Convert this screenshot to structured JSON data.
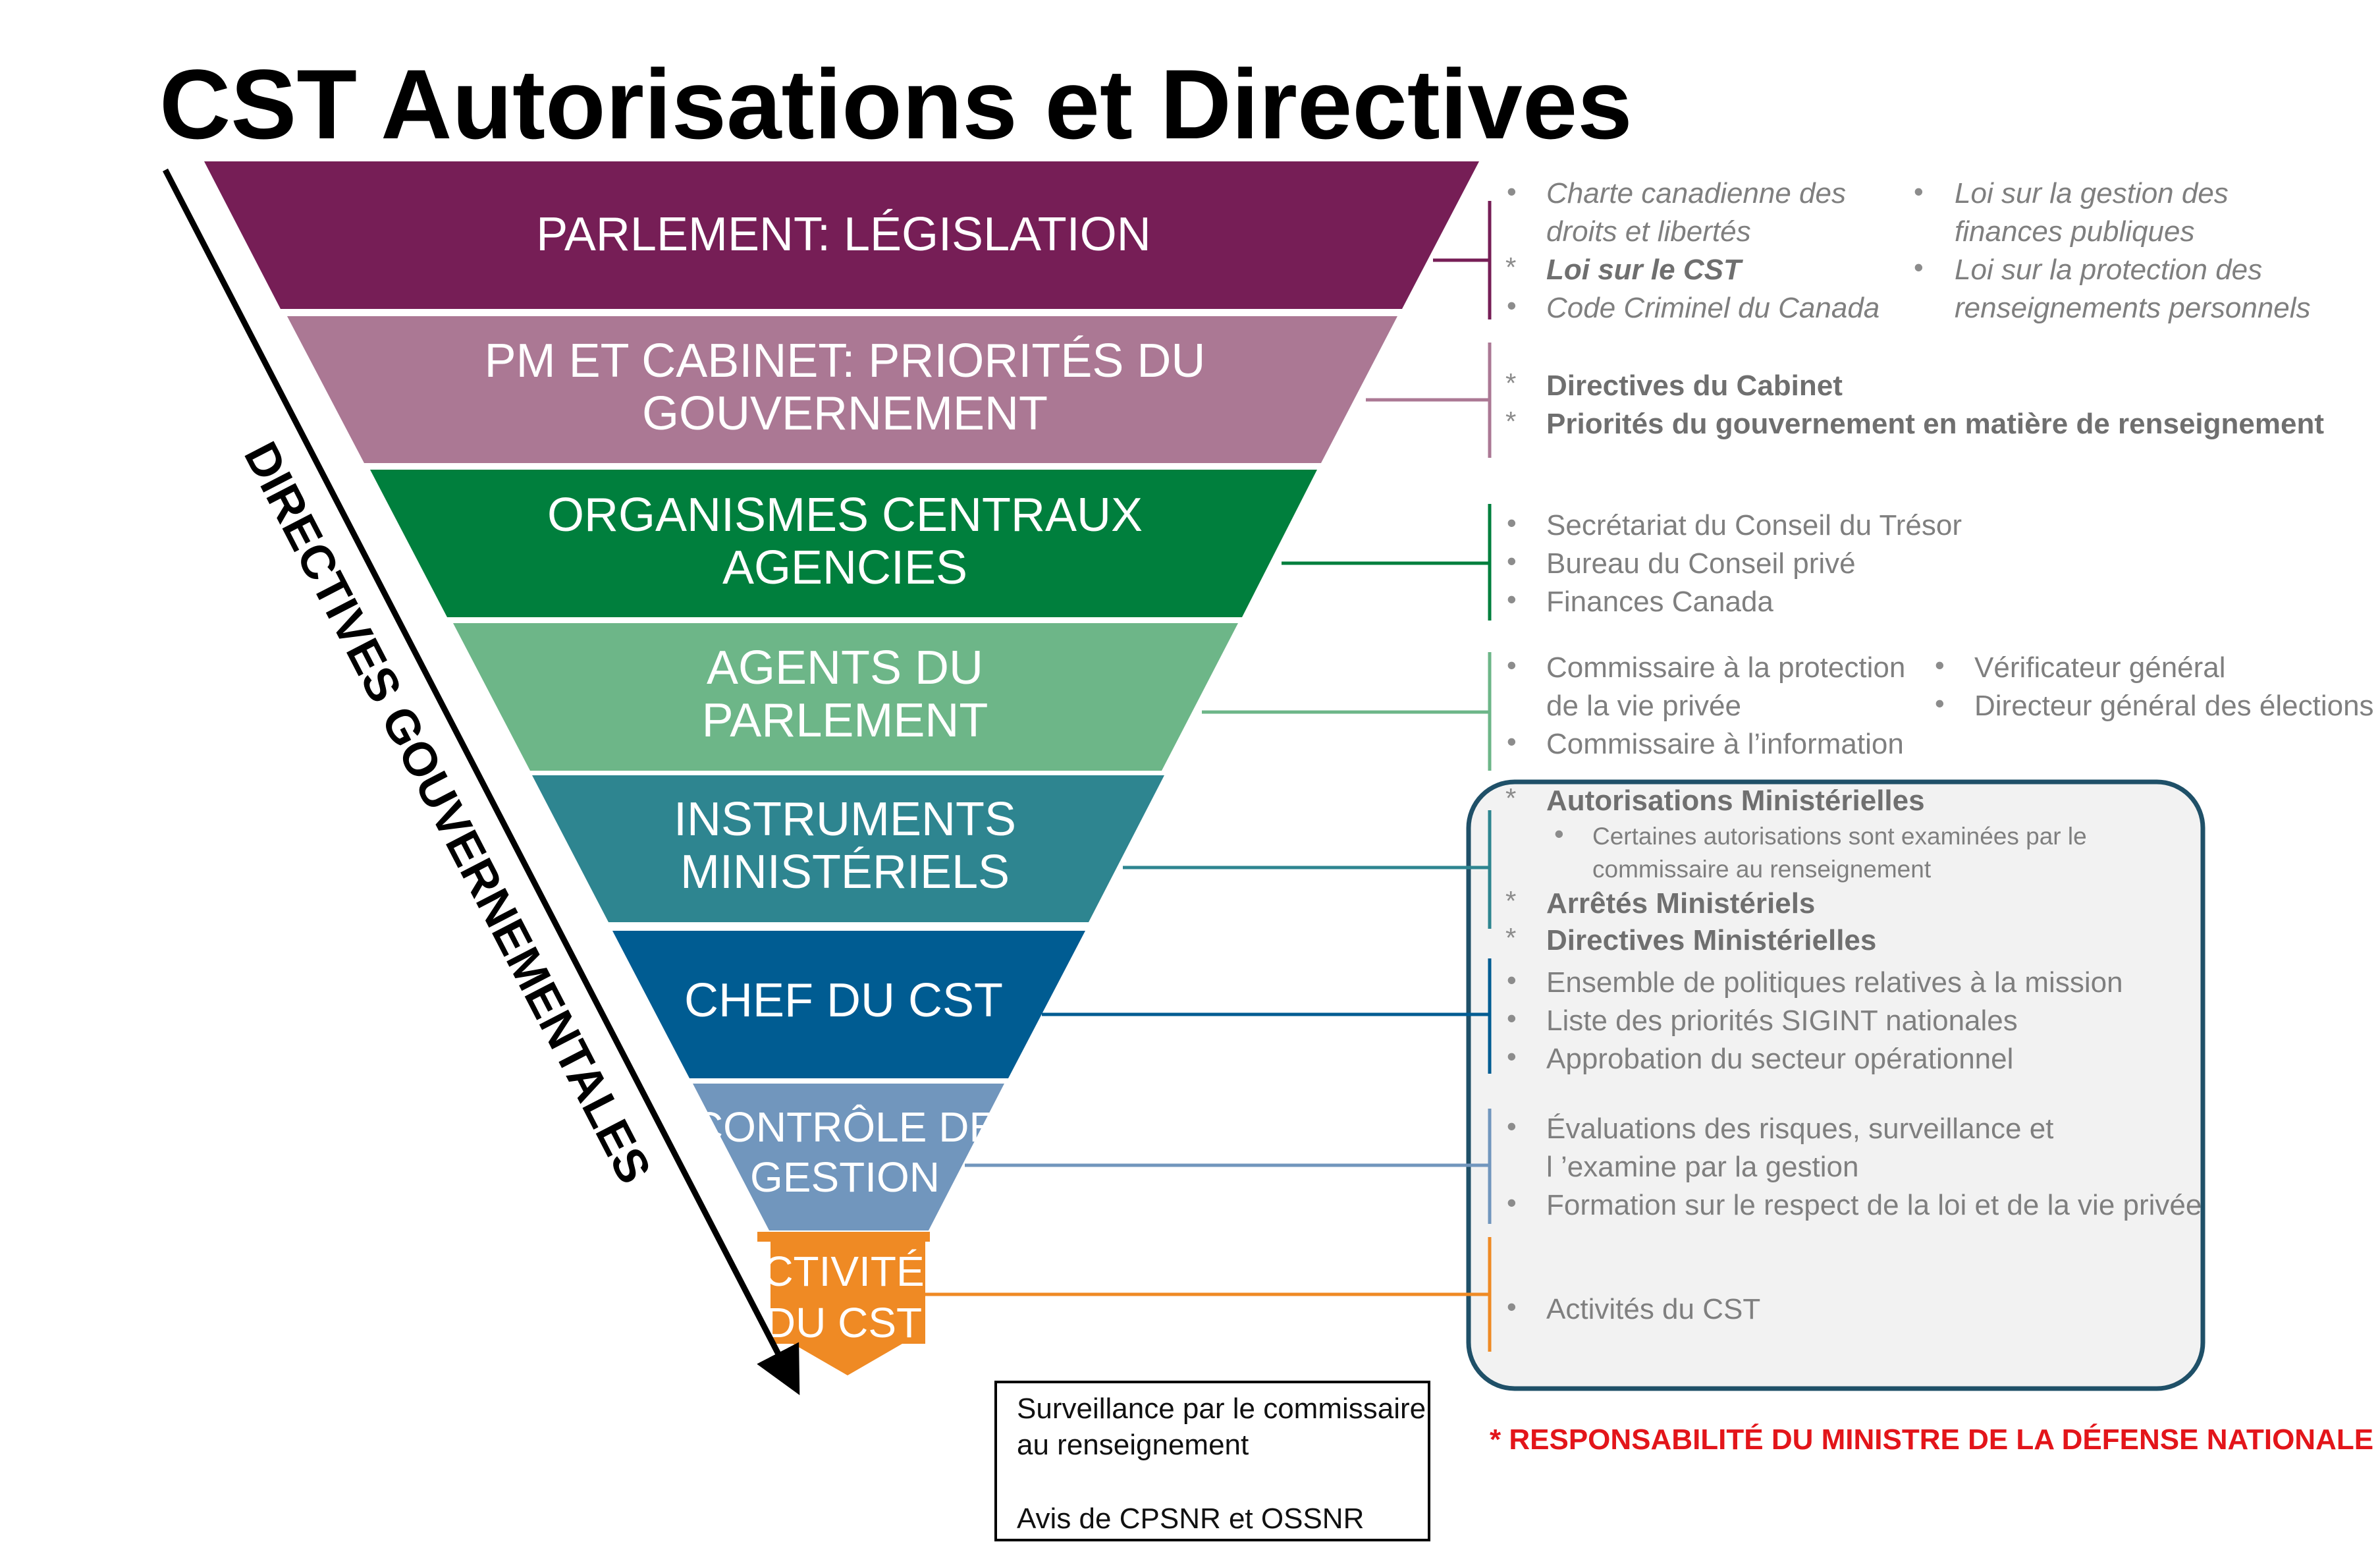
{
  "title": "CST Autorisations et Directives",
  "side_label": "DIRECTIVES GOUVERNEMENTALES",
  "levels": [
    {
      "lines": [
        "PARLEMENT: LÉGISLATION"
      ],
      "color": "#761e56"
    },
    {
      "lines": [
        "PM ET CABINET: PRIORITÉS DU",
        "GOUVERNEMENT"
      ],
      "color": "#ab7894"
    },
    {
      "lines": [
        "ORGANISMES CENTRAUX",
        "AGENCIES"
      ],
      "color": "#007f3d"
    },
    {
      "lines": [
        "AGENTS DU",
        "PARLEMENT"
      ],
      "color": "#6db688"
    },
    {
      "lines": [
        "INSTRUMENTS",
        "MINISTÉRIELS"
      ],
      "color": "#2e8590"
    },
    {
      "lines": [
        "CHEF DU CST"
      ],
      "color": "#005c92"
    },
    {
      "lines": [
        "CONTRÔLE DE",
        "GESTION"
      ],
      "color": "#7196bd"
    },
    {
      "lines": [
        "ACTIVITÉS",
        "DU CST"
      ],
      "color": "#ef8a24"
    }
  ],
  "details": {
    "parlement_col1": {
      "items": [
        {
          "marker": "•",
          "lines": [
            "Charte canadienne des",
            "droits et libertés"
          ],
          "style": "italic"
        },
        {
          "marker": "*",
          "lines": [
            "Loi sur le CST"
          ],
          "style": "bold-italic"
        },
        {
          "marker": "•",
          "lines": [
            "Code Criminel du Canada"
          ],
          "style": "italic"
        }
      ]
    },
    "parlement_col2": {
      "items": [
        {
          "marker": "•",
          "lines": [
            "Loi sur la gestion des",
            "finances publiques"
          ],
          "style": "italic"
        },
        {
          "marker": "•",
          "lines": [
            "Loi sur la protection des",
            "renseignements personnels"
          ],
          "style": "italic"
        }
      ]
    },
    "cabinet": {
      "items": [
        {
          "marker": "*",
          "lines": [
            "Directives du Cabinet"
          ],
          "style": "bold"
        },
        {
          "marker": "*",
          "lines": [
            "Priorités du gouvernement en matière de renseignement"
          ],
          "style": "bold"
        }
      ]
    },
    "organismes": {
      "items": [
        {
          "marker": "•",
          "lines": [
            "Secrétariat du Conseil du Trésor"
          ],
          "style": "normal"
        },
        {
          "marker": "•",
          "lines": [
            "Bureau du Conseil privé"
          ],
          "style": "normal"
        },
        {
          "marker": "•",
          "lines": [
            "Finances Canada"
          ],
          "style": "normal"
        }
      ]
    },
    "agents_col1": {
      "items": [
        {
          "marker": "•",
          "lines": [
            "Commissaire à la protection",
            "de la vie privée"
          ],
          "style": "normal"
        },
        {
          "marker": "•",
          "lines": [
            "Commissaire à l’information"
          ],
          "style": "normal"
        }
      ]
    },
    "agents_col2": {
      "items": [
        {
          "marker": "•",
          "lines": [
            "Vérificateur général"
          ],
          "style": "normal"
        },
        {
          "marker": "•",
          "lines": [
            "Directeur général des élections"
          ],
          "style": "normal"
        }
      ]
    },
    "instruments": {
      "items": [
        {
          "marker": "*",
          "lines": [
            "Autorisations Ministérielles"
          ],
          "style": "bold"
        },
        {
          "marker": "•",
          "lines": [
            "Certaines autorisations sont examinées par le",
            "commissaire au renseignement"
          ],
          "style": "small",
          "indent": true
        },
        {
          "marker": "*",
          "lines": [
            "Arrêtés Ministériels"
          ],
          "style": "bold"
        },
        {
          "marker": "*",
          "lines": [
            "Directives Ministérielles"
          ],
          "style": "bold"
        }
      ]
    },
    "chef": {
      "items": [
        {
          "marker": "•",
          "lines": [
            "Ensemble de politiques relatives à la mission"
          ],
          "style": "normal"
        },
        {
          "marker": "•",
          "lines": [
            "Liste des priorités SIGINT nationales"
          ],
          "style": "normal"
        },
        {
          "marker": "•",
          "lines": [
            "Approbation du secteur opérationnel"
          ],
          "style": "normal"
        }
      ]
    },
    "controle": {
      "items": [
        {
          "marker": "•",
          "lines": [
            "Évaluations des risques, surveillance et",
            "l ’examine par la gestion"
          ],
          "style": "normal"
        },
        {
          "marker": "•",
          "lines": [
            "Formation sur le respect de la loi et de la vie privée"
          ],
          "style": "normal"
        }
      ]
    },
    "activites": {
      "items": [
        {
          "marker": "•",
          "lines": [
            "Activités du CST"
          ],
          "style": "normal"
        }
      ]
    }
  },
  "oversight_box": {
    "lines": [
      "Surveillance par le commissaire",
      "au renseignement"
    ],
    "second": "Avis de CPSNR et OSSNR"
  },
  "footnote": "*  RESPONSABILITÉ DU MINISTRE DE LA DÉFENSE NATIONALE"
}
